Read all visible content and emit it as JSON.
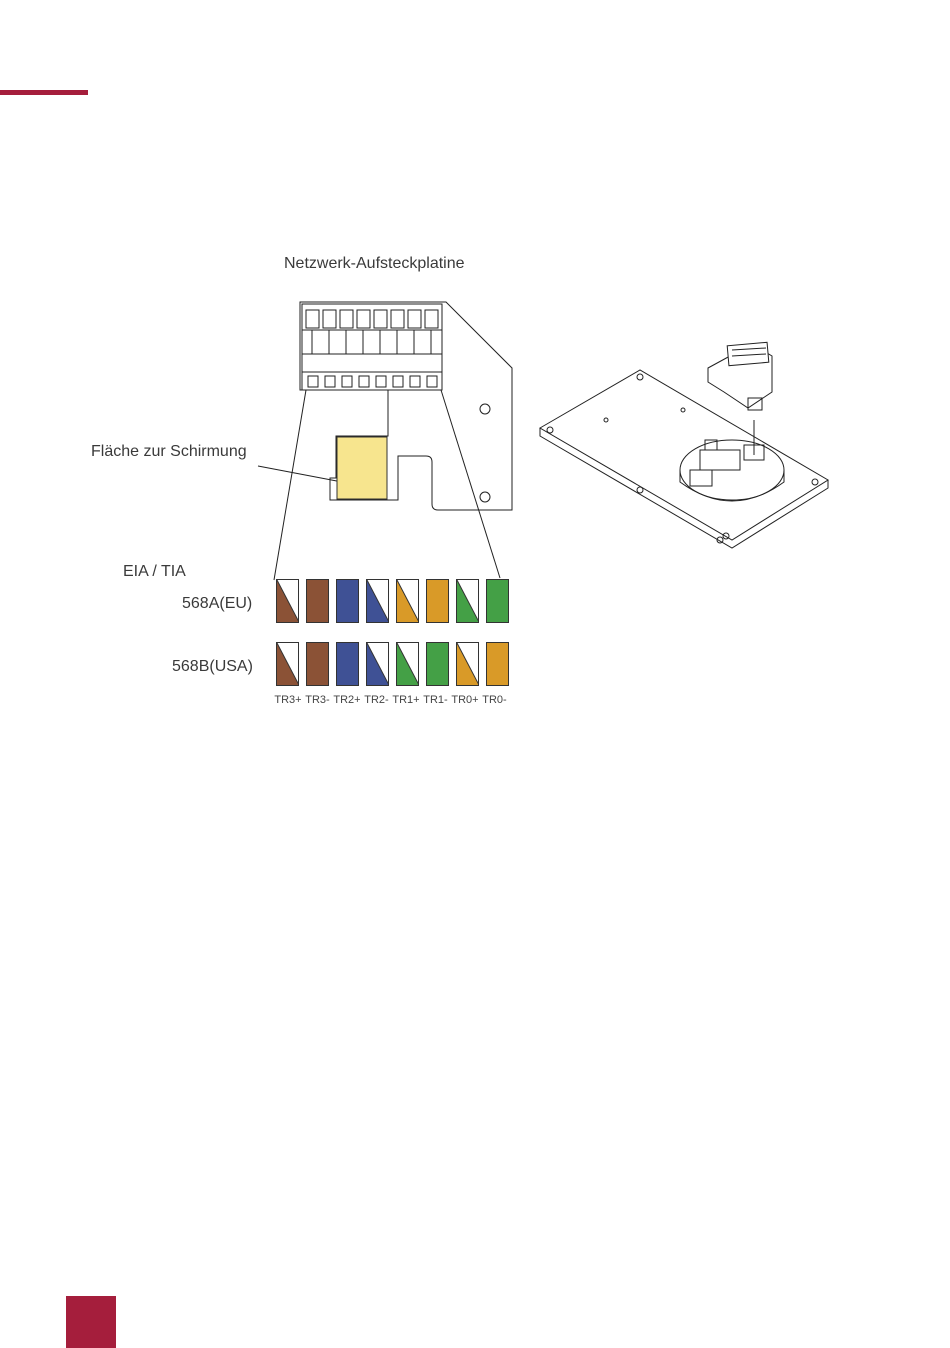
{
  "labels": {
    "board": "Netzwerk-Aufsteckplatine",
    "shield_area": "Fläche zur Schirmung",
    "standard": "EIA / TIA",
    "row_a": "568A(EU)",
    "row_b": "568B(USA)"
  },
  "pin_labels": [
    "TR3+",
    "TR3-",
    "TR2+",
    "TR2-",
    "TR1+",
    "TR1-",
    "TR0+",
    "TR0-"
  ],
  "colors": {
    "accent": "#a51e3c",
    "brown": "#8b5236",
    "blue": "#3f5195",
    "orange": "#d99a28",
    "green": "#44a046",
    "shield": "#f7e58e"
  },
  "wiring": {
    "568A": [
      {
        "color": "brown",
        "striped": true
      },
      {
        "color": "brown",
        "striped": false
      },
      {
        "color": "blue",
        "striped": false
      },
      {
        "color": "blue",
        "striped": true
      },
      {
        "color": "orange",
        "striped": true
      },
      {
        "color": "orange",
        "striped": false
      },
      {
        "color": "green",
        "striped": true
      },
      {
        "color": "green",
        "striped": false
      }
    ],
    "568B": [
      {
        "color": "brown",
        "striped": true
      },
      {
        "color": "brown",
        "striped": false
      },
      {
        "color": "blue",
        "striped": false
      },
      {
        "color": "blue",
        "striped": true
      },
      {
        "color": "green",
        "striped": true
      },
      {
        "color": "green",
        "striped": false
      },
      {
        "color": "orange",
        "striped": true
      },
      {
        "color": "orange",
        "striped": false
      }
    ]
  }
}
